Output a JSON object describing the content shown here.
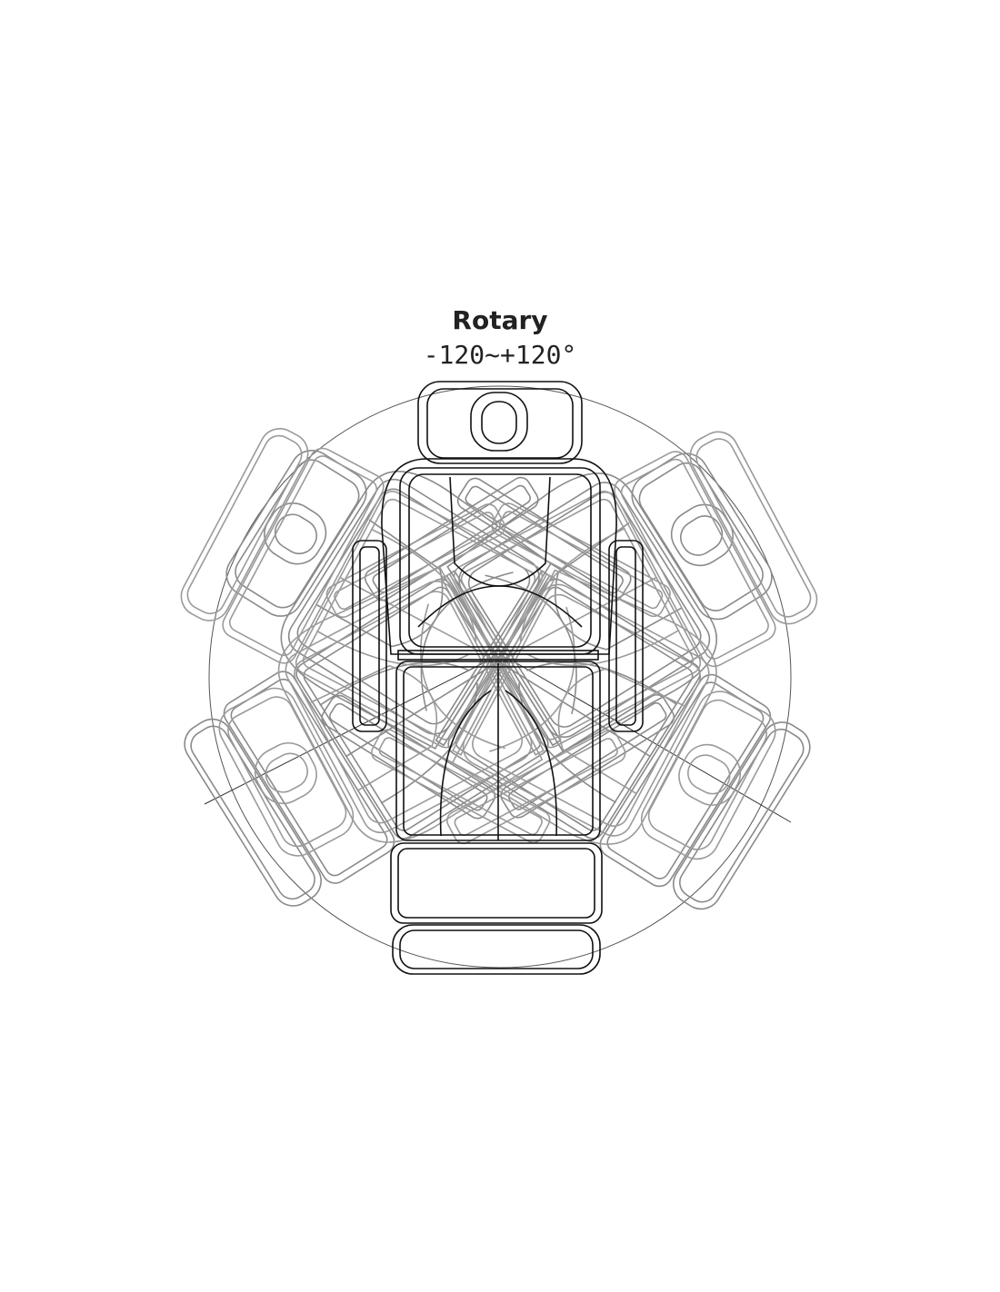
{
  "diagram": {
    "title": "Rotary",
    "rotation_range": "-120~+120°",
    "rotation_min_deg": -120,
    "rotation_max_deg": 120,
    "line_color": "#111111",
    "ghost_color": "#8a8a8a"
  }
}
